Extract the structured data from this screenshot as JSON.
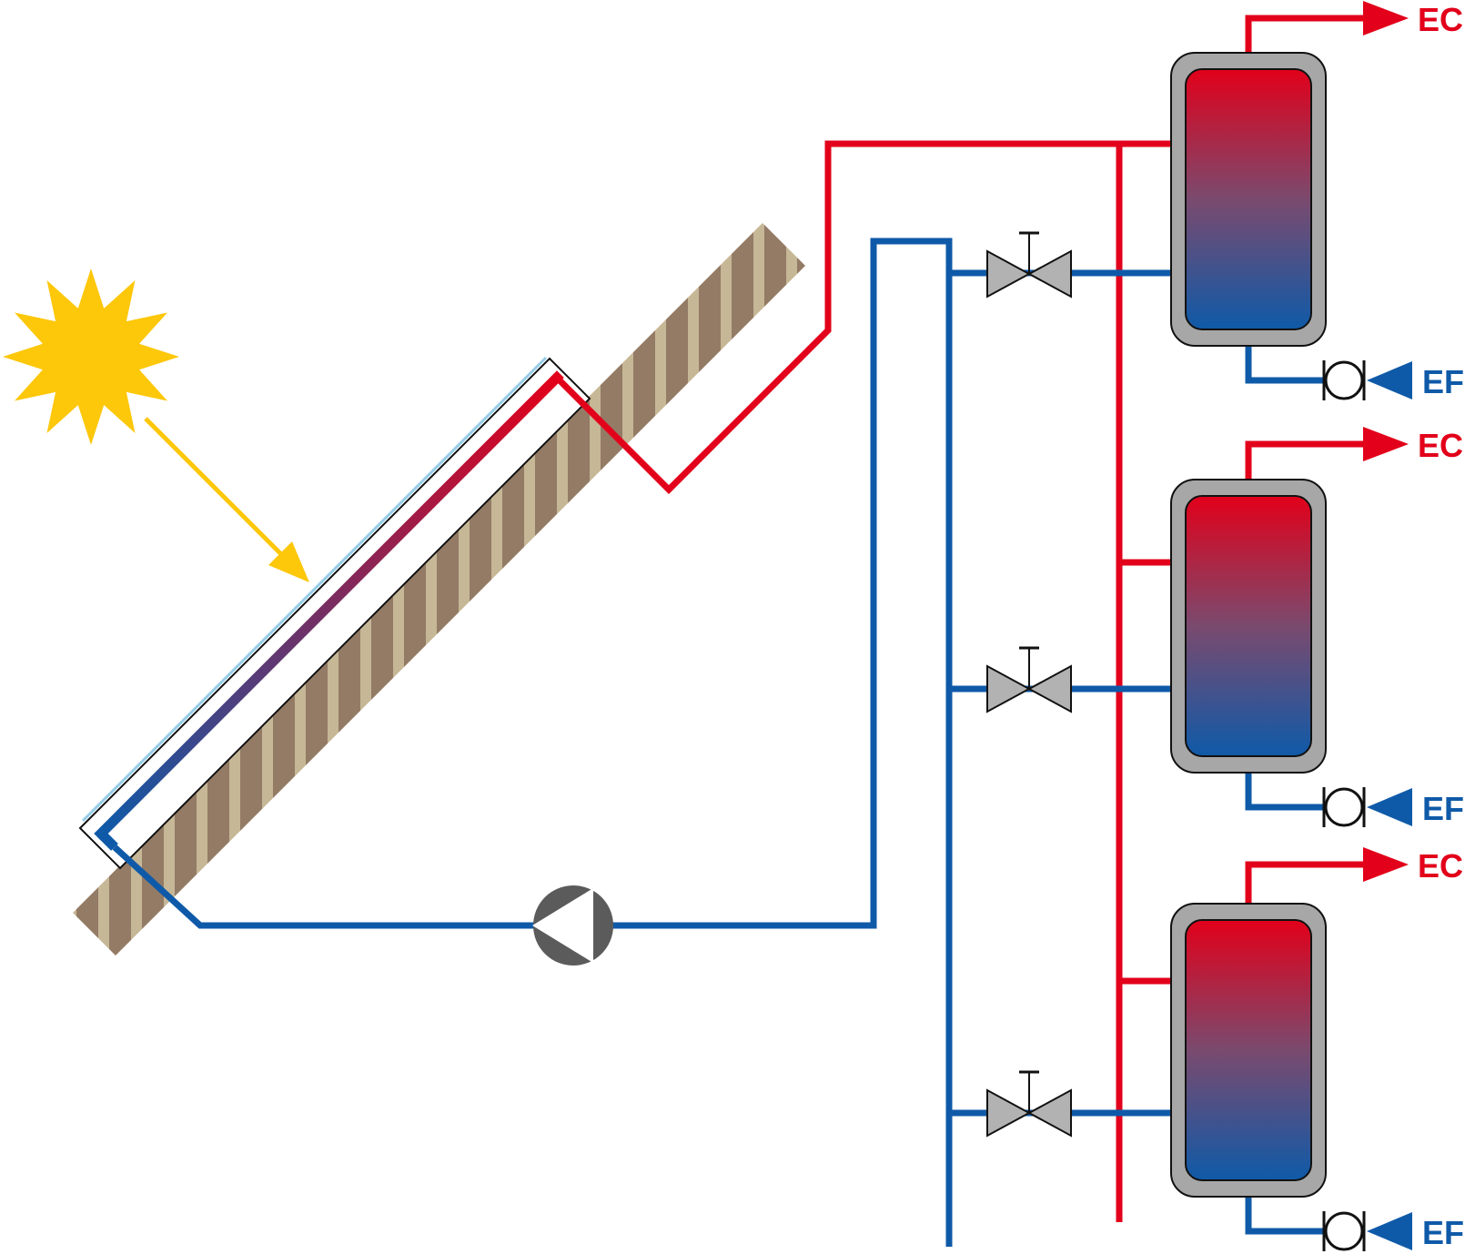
{
  "labels": {
    "hot_water_outlet": "EC",
    "cold_water_inlet": "EF"
  },
  "colors": {
    "hot_pipe": "#e2001a",
    "cold_pipe": "#0f5aa8",
    "sun": "#fdc70a",
    "roof": "#937b66",
    "roof_stripe": "#c6b796",
    "tank_jacket": "#a7a7a7",
    "valve": "#b2b2b2",
    "pump": "#5b5b5b",
    "glass": "#96cde8"
  },
  "components": {
    "sun": "sun-icon",
    "collector": "solar-collector",
    "pump": "circulation-pump-icon",
    "valves": [
      "valve-icon",
      "valve-icon",
      "valve-icon"
    ],
    "tanks": [
      "storage-tank",
      "storage-tank",
      "storage-tank"
    ]
  }
}
